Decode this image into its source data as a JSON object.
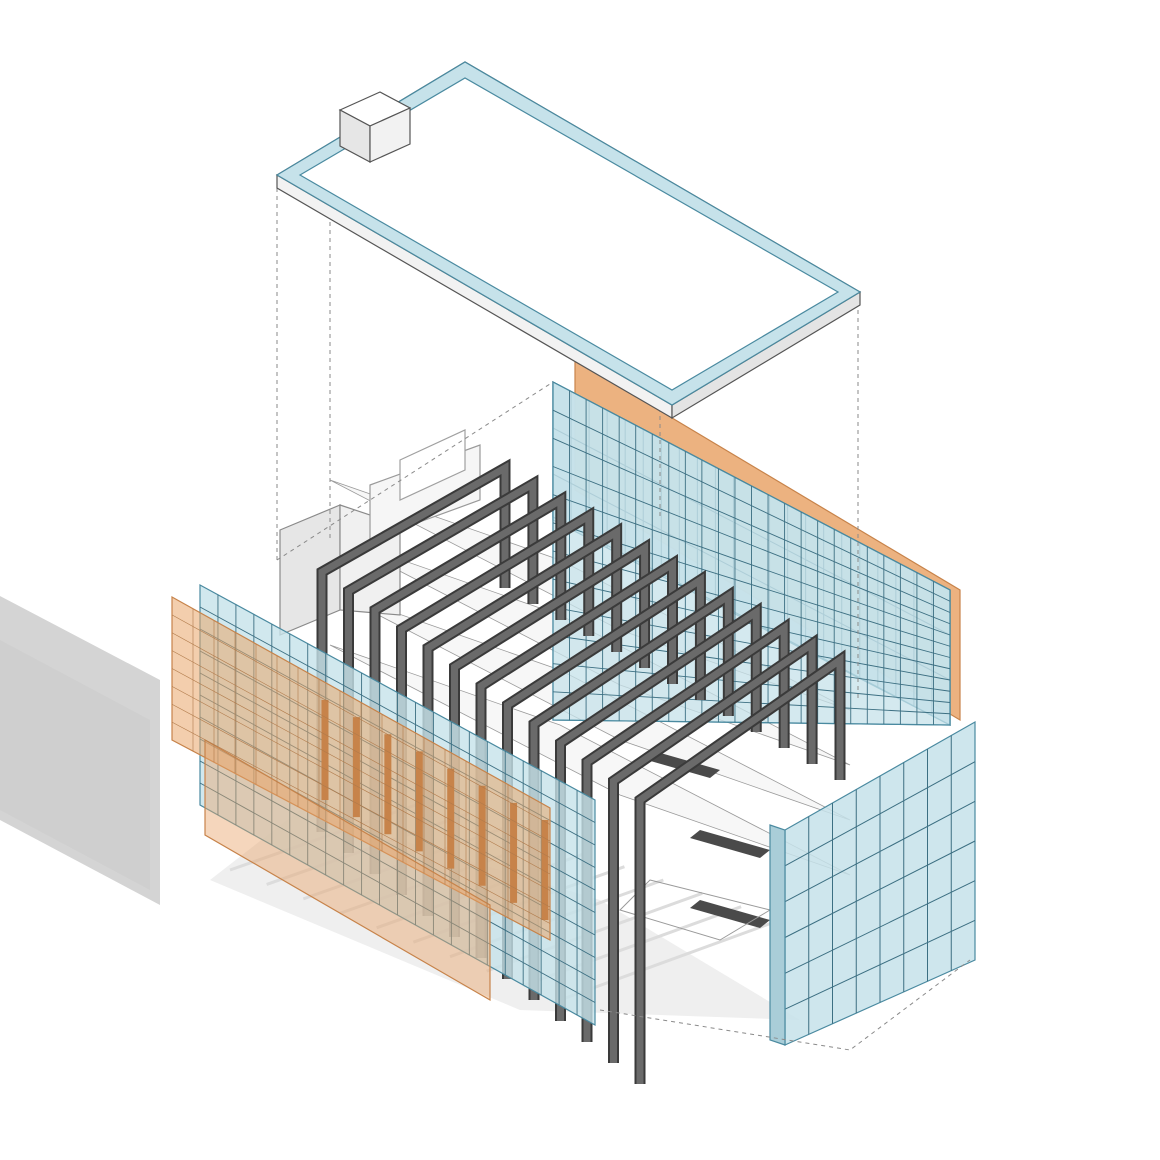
{
  "drawing": {
    "components": [
      {
        "id": "roof",
        "kind": "roof-slab-with-parapet"
      },
      {
        "id": "stair-core",
        "kind": "service-core"
      },
      {
        "id": "steel-frames",
        "kind": "portal-frames",
        "count": 13
      },
      {
        "id": "floor-plates",
        "kind": "floor-slabs"
      },
      {
        "id": "glass-facade-back",
        "kind": "curtain-wall"
      },
      {
        "id": "glass-facade-front",
        "kind": "curtain-wall"
      },
      {
        "id": "glass-facade-side",
        "kind": "curtain-wall"
      },
      {
        "id": "orange-screen-back",
        "kind": "perforated-screen"
      },
      {
        "id": "orange-screen-front",
        "kind": "perforated-screen"
      },
      {
        "id": "ground-shadow",
        "kind": "cast-shadow"
      }
    ],
    "colors": {
      "background": "#ffffff",
      "glass": "#c6e2ea",
      "glass_edge": "#4a8aa0",
      "orange": "#e9a56a",
      "orange_edge": "#c7834a",
      "steel": "#6a6a6a",
      "steel_edge": "#3a3a3a",
      "shadow": "#d4d4d4",
      "floor": "#f4f4f4",
      "line": "#555555",
      "dash": "#8a8a8a",
      "mullion": "#3c6f82"
    }
  }
}
